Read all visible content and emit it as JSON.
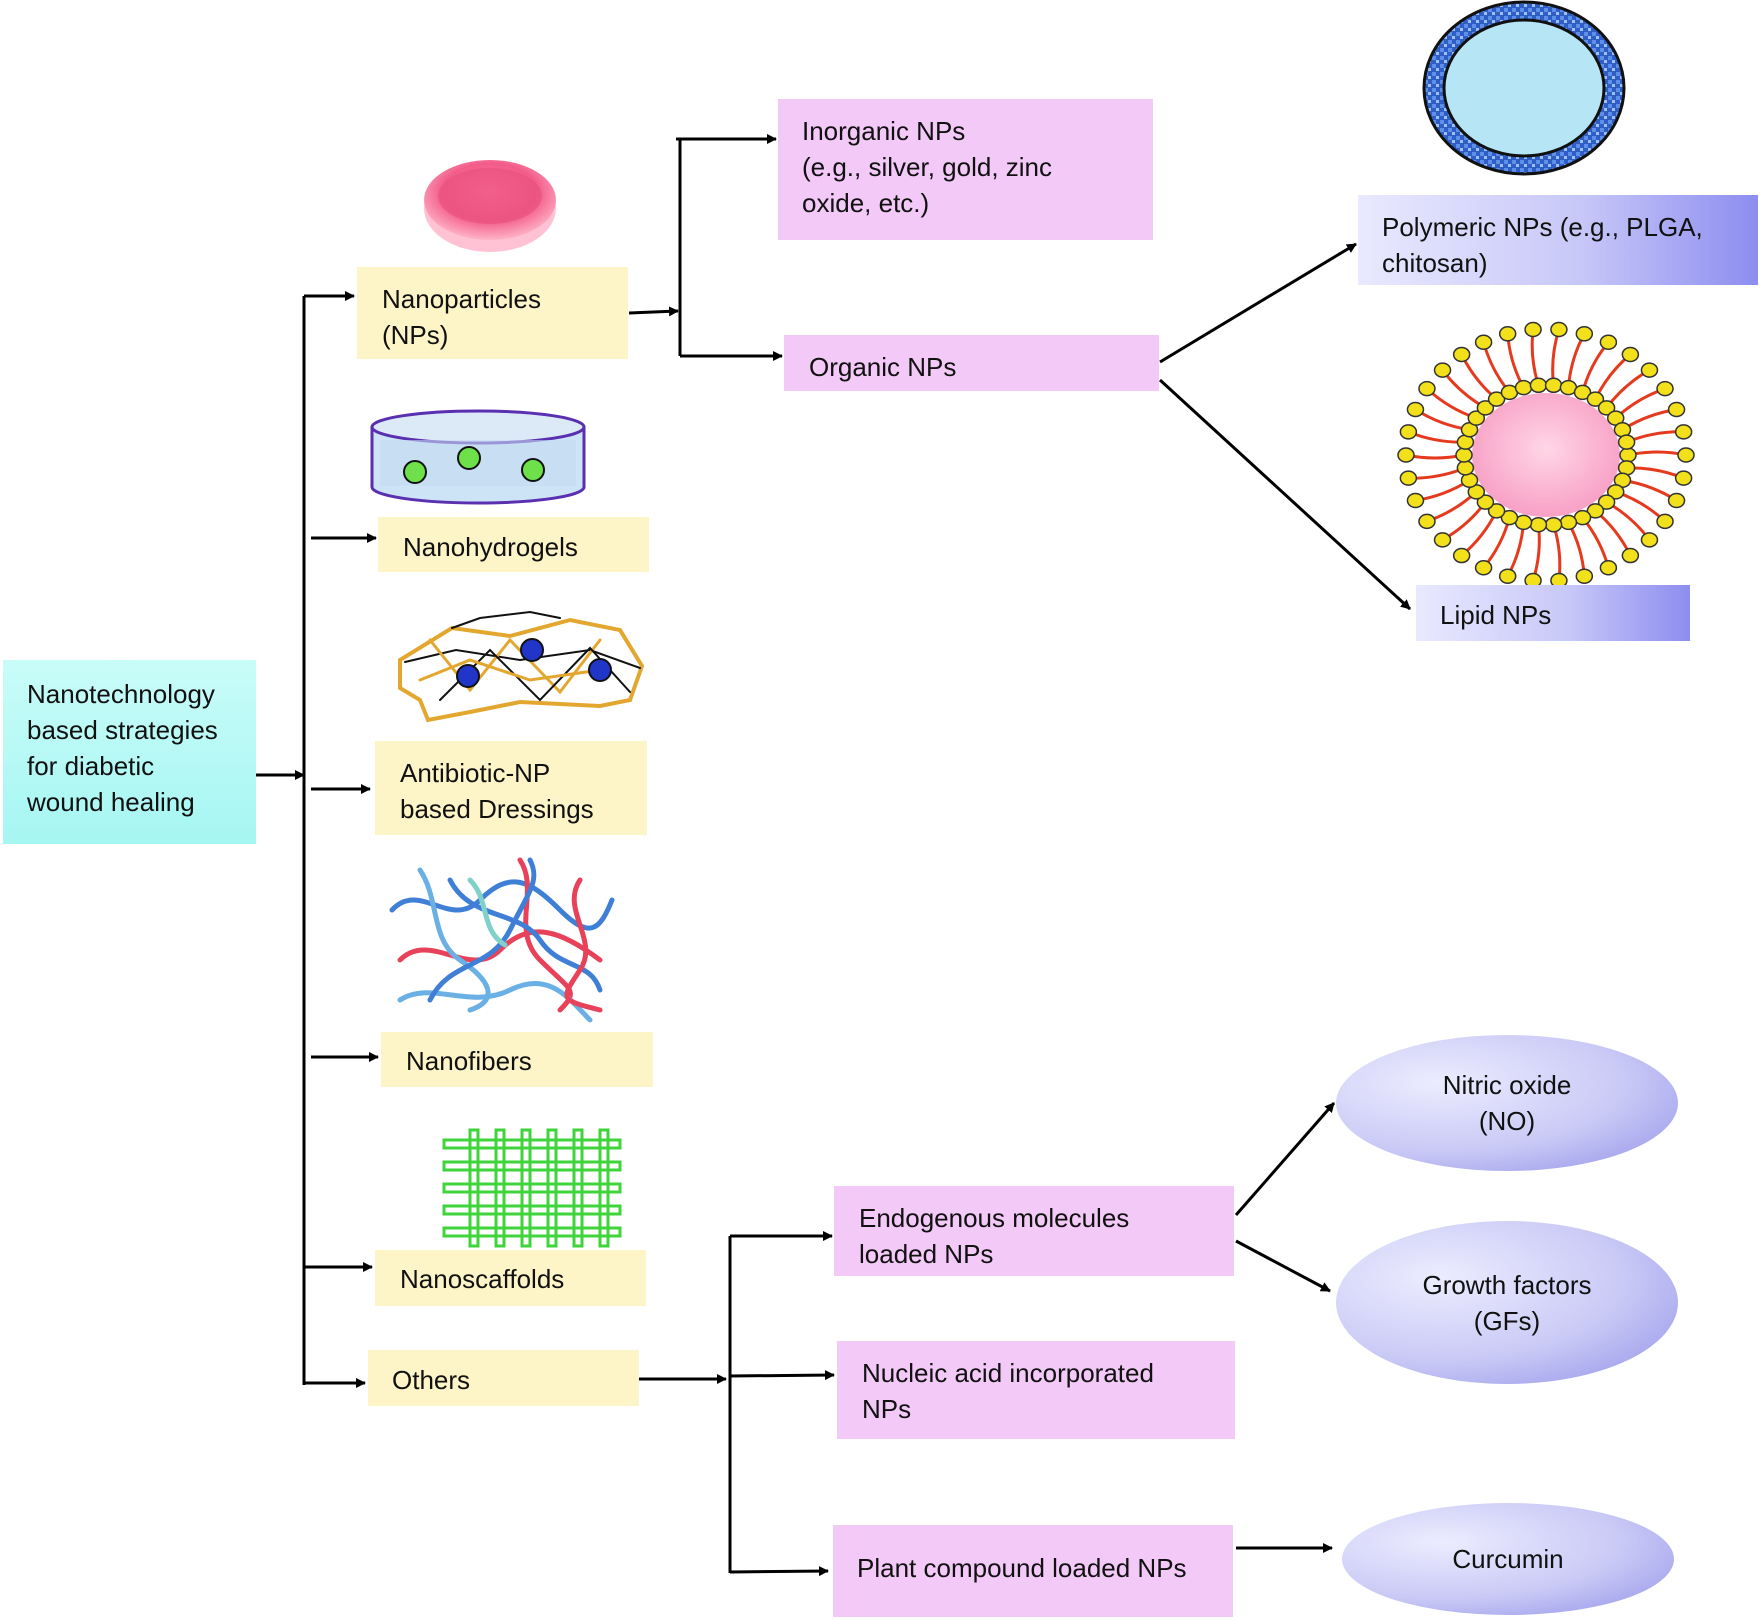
{
  "root": {
    "lines": [
      "Nanotechnology",
      "based strategies",
      "for diabetic",
      "wound healing"
    ]
  },
  "categories": {
    "nanoparticles": {
      "lines": [
        "Nanoparticles",
        "(NPs)"
      ]
    },
    "nanohydrogels": {
      "label": "Nanohydrogels"
    },
    "antibiotic_dressings": {
      "lines": [
        "Antibiotic-NP",
        "based Dressings"
      ]
    },
    "nanofibers": {
      "label": "Nanofibers"
    },
    "nanoscaffolds": {
      "label": "Nanoscaffolds"
    },
    "others": {
      "label": "Others"
    }
  },
  "np_types": {
    "inorganic": {
      "lines": [
        "Inorganic NPs",
        "(e.g., silver, gold, zinc",
        "oxide, etc.)"
      ]
    },
    "organic": {
      "label": "Organic NPs"
    }
  },
  "organic_types": {
    "polymeric": {
      "lines": [
        "Polymeric NPs (e.g., PLGA,",
        "chitosan)"
      ]
    },
    "lipid": {
      "label": "Lipid NPs"
    }
  },
  "other_types": {
    "endogenous": {
      "lines": [
        "Endogenous molecules",
        "loaded NPs"
      ]
    },
    "nucleic": {
      "lines": [
        "Nucleic acid incorporated",
        "NPs"
      ]
    },
    "plant": {
      "label": "Plant compound loaded NPs"
    }
  },
  "examples": {
    "nitric_oxide": {
      "lines": [
        "Nitric oxide",
        "(NO)"
      ]
    },
    "growth_factors": {
      "lines": [
        "Growth factors",
        "(GFs)"
      ]
    },
    "curcumin": {
      "label": "Curcumin"
    }
  },
  "colors": {
    "category_box": "#fdf4c8",
    "subtype_box": "#f3c9f7",
    "root_box": "#b0f8f4",
    "result_box": "#c8c8f8",
    "arrow": "#000000"
  },
  "icons": [
    "nanoparticle-disc-icon",
    "hydrogel-cylinder-icon",
    "dressing-mesh-icon",
    "nanofiber-network-icon",
    "scaffold-grid-icon",
    "polymeric-np-icon",
    "lipid-np-micelle-icon"
  ]
}
